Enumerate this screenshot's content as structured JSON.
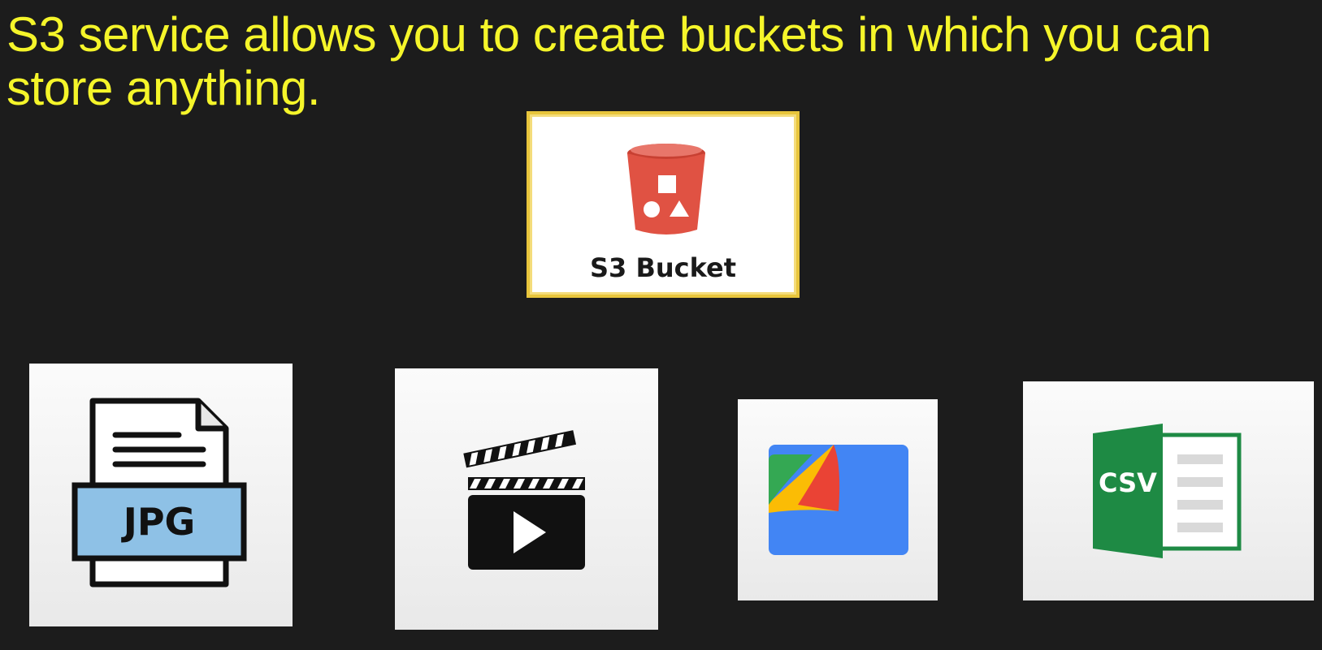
{
  "headline": "S3 service allows you to create buckets in which you can store anything.",
  "bucket": {
    "label": "S3 Bucket",
    "icon": "s3-bucket-icon",
    "color": "#e05243"
  },
  "files": [
    {
      "type_label": "JPG",
      "icon": "jpg-file-icon"
    },
    {
      "icon": "video-clapperboard-icon"
    },
    {
      "icon": "files-folder-icon"
    },
    {
      "type_label": "CSV",
      "icon": "csv-file-icon"
    }
  ],
  "colors": {
    "background": "#1c1c1c",
    "headline": "#f5f52a",
    "bucket_border": "#e8c53c",
    "csv_green": "#1e8a44",
    "jpg_blue": "#8ec1e6"
  }
}
